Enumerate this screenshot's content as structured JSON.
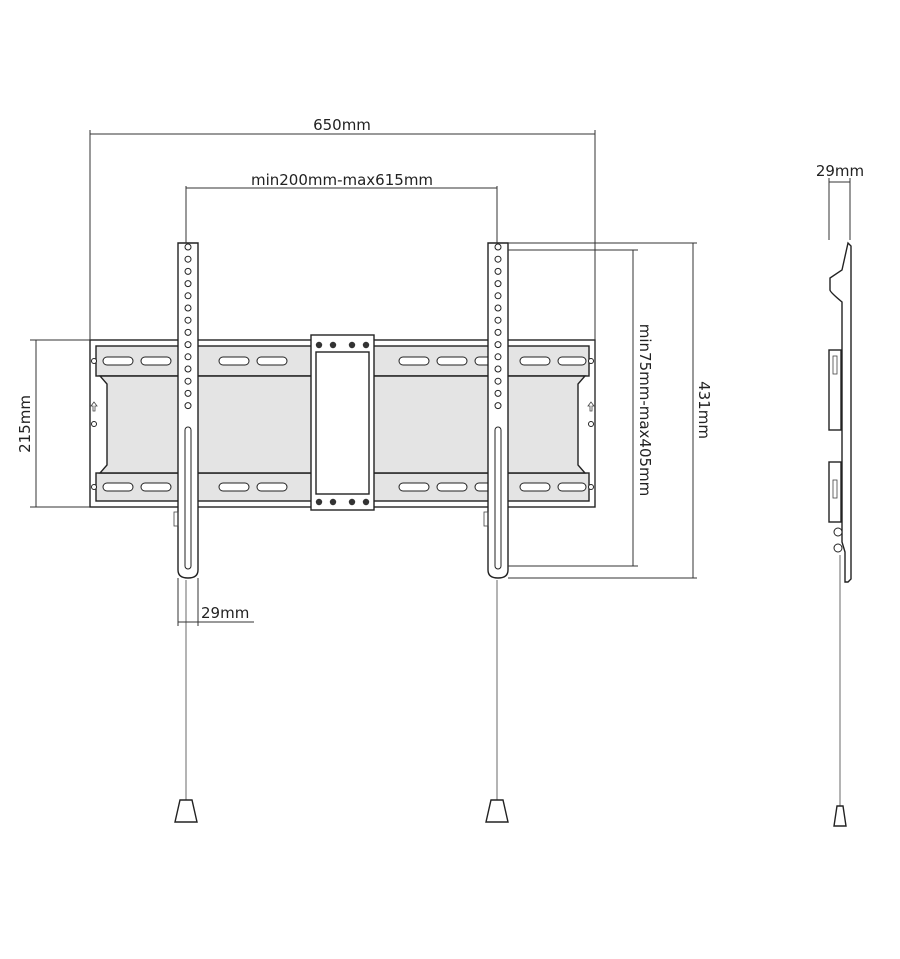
{
  "dimensions": {
    "overall_width": "650mm",
    "arm_spacing": "min200mm-max615mm",
    "frame_height": "215mm",
    "arm_height": "431mm",
    "vertical_range": "min75mm-max405mm",
    "arm_width": "29mm",
    "side_depth": "29mm"
  },
  "colors": {
    "line": "#222222",
    "frame_fill": "#e4e4e4",
    "background": "#ffffff"
  }
}
